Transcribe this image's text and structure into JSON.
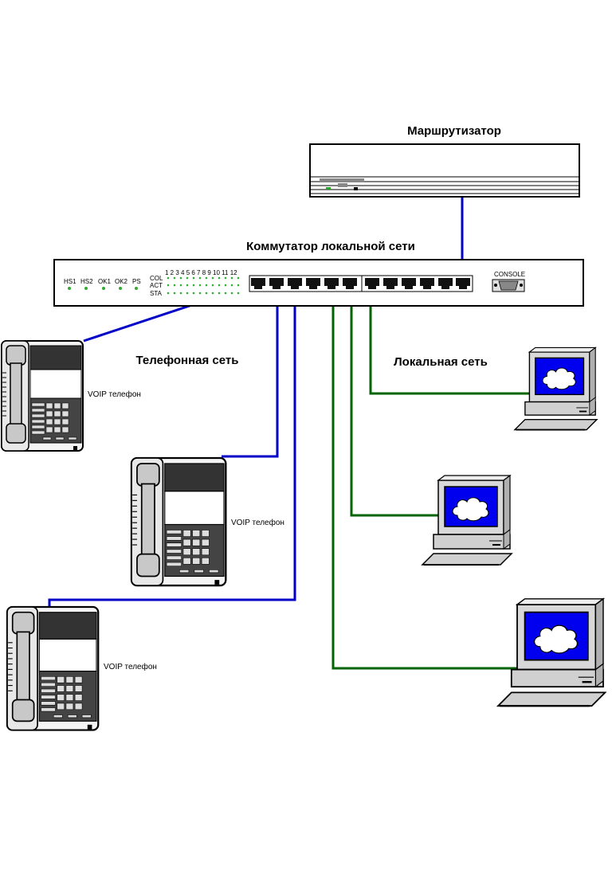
{
  "titles": {
    "router": "Маршрутизатор",
    "switch": "Коммутатор локальной сети",
    "phone_net": "Телефонная сеть",
    "local_net": "Локальная сеть"
  },
  "phones": [
    "VOIP телефон",
    "VOIP телефон",
    "VOIP телефон"
  ],
  "switch_panel": {
    "leds": [
      "HS1",
      "HS2",
      "OK1",
      "OK2",
      "PS"
    ],
    "port_numbers": "1 2 3 4 5 6 7 8 9 10 11 12",
    "rows": [
      "COL",
      "ACT",
      "STA"
    ],
    "console": "CONSOLE"
  },
  "colors": {
    "voip_link": "#0000c8",
    "lan_link": "#006400",
    "router_link": "#0000c8",
    "screen": "#0000ee"
  },
  "icons": [
    "router-icon",
    "switch-icon",
    "phone-icon",
    "computer-icon",
    "cloud-icon"
  ]
}
